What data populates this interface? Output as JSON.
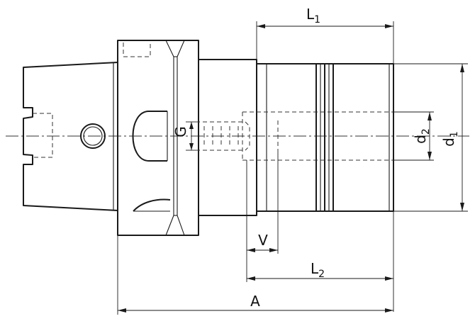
{
  "dimensions": {
    "L1": {
      "main": "L",
      "sub": "1"
    },
    "L2": {
      "main": "L",
      "sub": "2"
    },
    "d1": {
      "main": "d",
      "sub": "1"
    },
    "d2": {
      "main": "d",
      "sub": "2"
    },
    "A": {
      "main": "A"
    },
    "V": {
      "main": "V"
    },
    "G": {
      "main": "G"
    }
  }
}
